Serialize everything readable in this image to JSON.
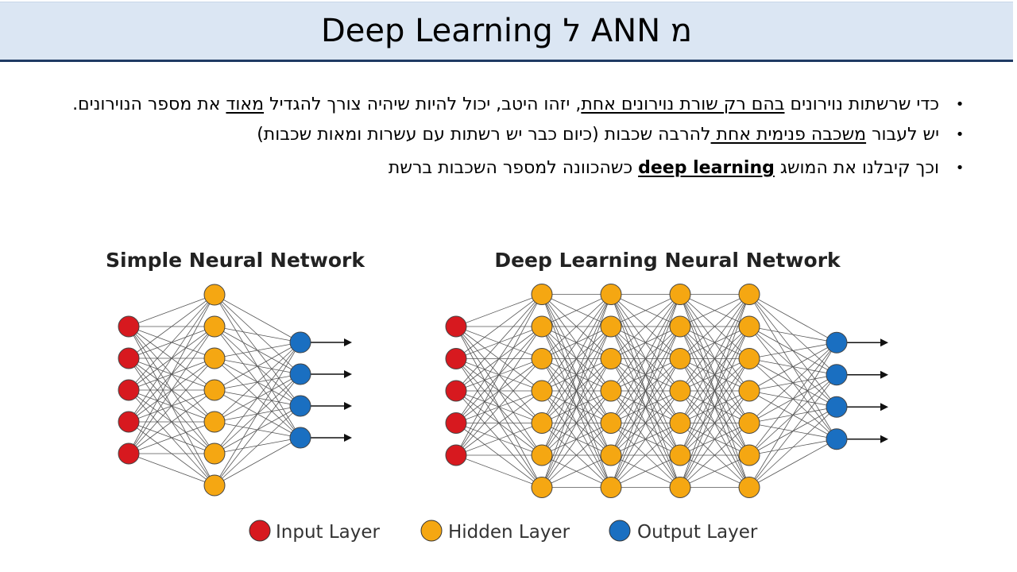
{
  "title": "מ ANN ל Deep Learning",
  "bullets": [
    {
      "segments": [
        {
          "text": "כדי שרשתות נוירונים ",
          "u": false,
          "b": false
        },
        {
          "text": "בהם רק שורת נוירונים אחת",
          "u": true,
          "b": false
        },
        {
          "text": ", יזהו היטב, יכול להיות שיהיה צורך להגדיל ",
          "u": false,
          "b": false
        },
        {
          "text": "מאוד",
          "u": true,
          "b": false
        },
        {
          "text": " את מספר הנוירונים.",
          "u": false,
          "b": false
        }
      ]
    },
    {
      "segments": [
        {
          "text": "יש לעבור ",
          "u": false,
          "b": false
        },
        {
          "text": "משכבה פנימית אחת ",
          "u": true,
          "b": false
        },
        {
          "text": "להרבה שכבות (כיום כבר יש רשתות עם עשרות ומאות שכבות)",
          "u": false,
          "b": false
        }
      ]
    },
    {
      "segments": [
        {
          "text": "וכך קיבלנו את המושג ",
          "u": false,
          "b": false
        },
        {
          "text": "deep learning",
          "u": true,
          "b": true
        },
        {
          "text": " כשהכוונה למספר השכבות ברשת",
          "u": false,
          "b": false
        }
      ]
    }
  ],
  "bullet_symbol": "•",
  "colors": {
    "input": "#d7191f",
    "hidden": "#f5a712",
    "output": "#1a6fc1",
    "edge": "#555555",
    "title_bg": "#dbe6f3",
    "title_border": "#1f3a63"
  },
  "networks": [
    {
      "title": "Simple Neural Network",
      "layers": [
        5,
        7,
        4
      ]
    },
    {
      "title": "Deep Learning Neural Network",
      "layers": [
        5,
        7,
        7,
        7,
        7,
        4
      ]
    }
  ],
  "legend": [
    {
      "label": "Input Layer",
      "color_key": "input"
    },
    {
      "label": "Hidden Layer",
      "color_key": "hidden"
    },
    {
      "label": "Output Layer",
      "color_key": "output"
    }
  ]
}
